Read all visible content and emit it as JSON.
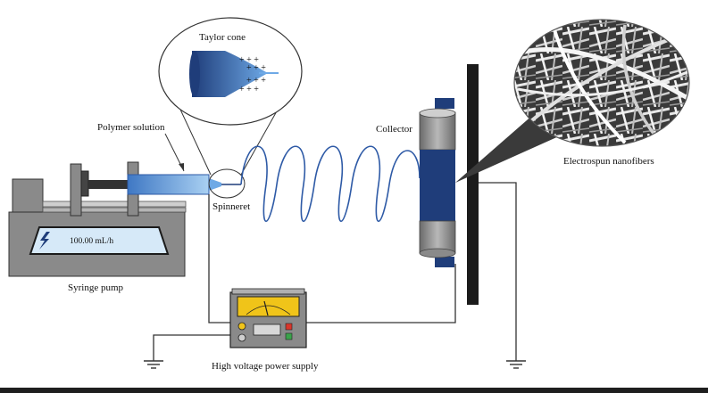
{
  "labels": {
    "taylor_cone": "Taylor cone",
    "polymer_solution": "Polymer solution",
    "spinneret": "Spinneret",
    "collector": "Collector",
    "electrospun_nanofibers": "Electrospun nanofibers",
    "syringe_pump": "Syringe pump",
    "power_supply": "High voltage power supply",
    "pump_display": "100.00 mL/h",
    "charges": "+ + +"
  },
  "colors": {
    "navy": "#1f3d7a",
    "blue": "#2e5aa6",
    "light_blue": "#9cc3ea",
    "gray": "#8a8a8a",
    "dark_gray": "#555555",
    "black": "#1b1b1b",
    "yellow": "#f0c419",
    "screen": "#d6e9f8"
  },
  "icons": {
    "lightning": "lightning-icon",
    "ground": "ground-icon",
    "meter": "voltmeter-dial-icon"
  }
}
